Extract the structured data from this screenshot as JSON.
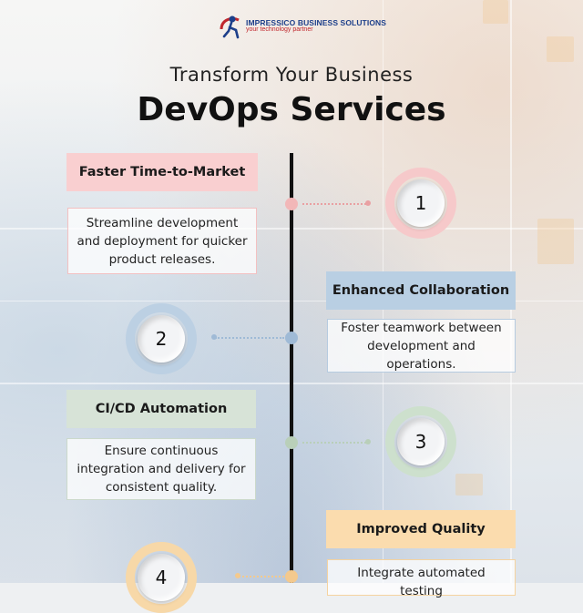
{
  "logo": {
    "company": "IMPRESSICO BUSINESS SOLUTIONS",
    "tagline": "your technology partner"
  },
  "header": {
    "subtitle": "Transform Your Business",
    "title": "DevOps Services"
  },
  "colors": {
    "pink": "#f9cfd0",
    "pink_ring": "#f3c3c4",
    "blue": "#b9cfe3",
    "blue_ring": "#bcd0e3",
    "green": "#d7e3d7",
    "green_ring": "#cde0cd",
    "orange": "#fbdcae",
    "orange_ring": "#f7d8a8"
  },
  "steps": [
    {
      "number": "1",
      "title": "Faster Time-to-Market",
      "description": "Streamline development and deployment for quicker product releases."
    },
    {
      "number": "2",
      "title": "Enhanced Collaboration",
      "description": "Foster teamwork between development and operations."
    },
    {
      "number": "3",
      "title": "CI/CD Automation",
      "description": "Ensure continuous integration and delivery for consistent quality."
    },
    {
      "number": "4",
      "title": "Improved Quality",
      "description": "Integrate automated testing"
    }
  ]
}
